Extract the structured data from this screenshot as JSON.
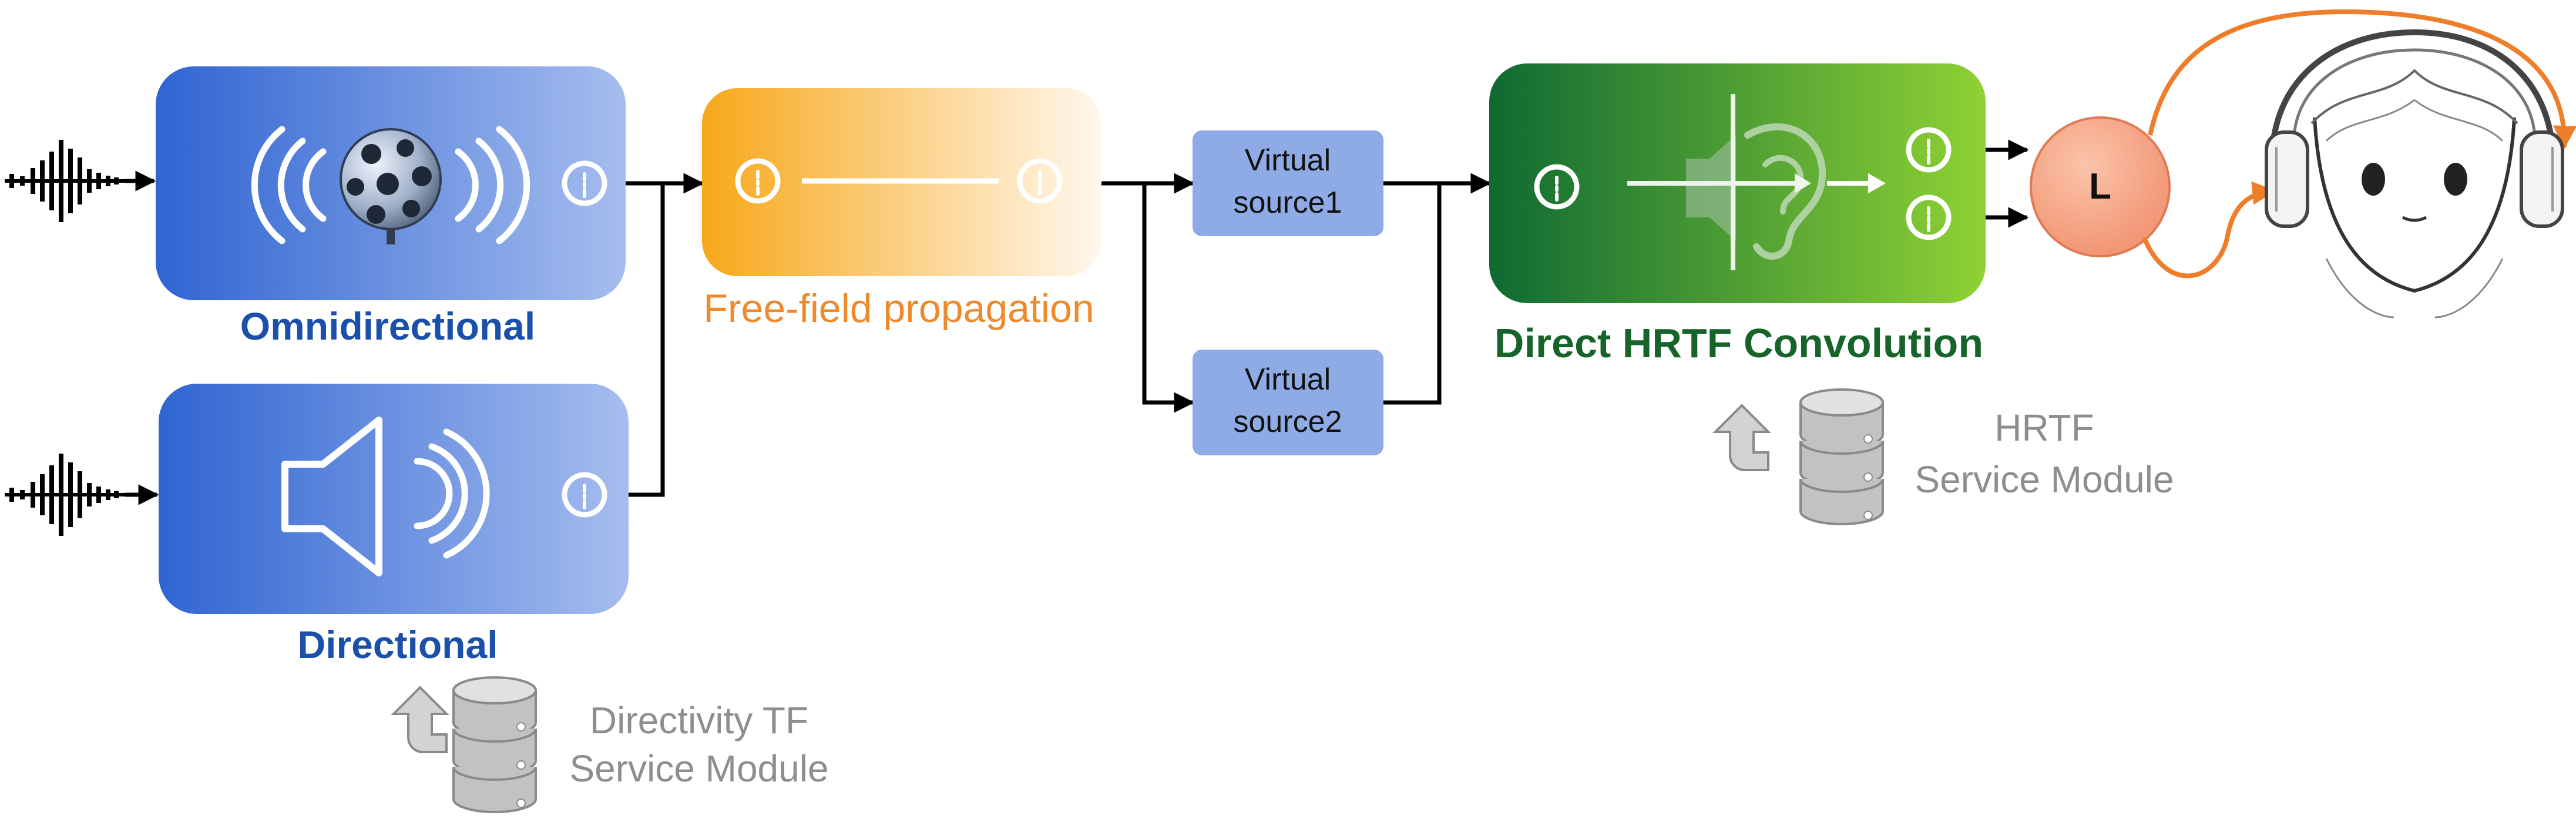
{
  "colors": {
    "blue_dark": "#2f64d2",
    "blue_light": "#a6bdee",
    "orange_dark": "#f7a81a",
    "orange_light": "#fff8ee",
    "green_dark": "#0f6a33",
    "green_light": "#8fd234",
    "virtual_source": "#8eabe6",
    "listener_L": "#f3a181",
    "headphone_arrow": "#ef7d2a",
    "service_grey": "#bdbdbd"
  },
  "sources": {
    "omnidirectional": {
      "title": "Omnidirectional",
      "icon": "spherical-microphone-array-icon"
    },
    "directional": {
      "title": "Directional",
      "icon": "loudspeaker-icon"
    }
  },
  "propagation": {
    "title": "Free-field propagation"
  },
  "virtual_sources": {
    "vs1": {
      "line1": "Virtual",
      "line2": "source1"
    },
    "vs2": {
      "line1": "Virtual",
      "line2": "source2"
    }
  },
  "hrtf": {
    "title": "Direct HRTF Convolution"
  },
  "listener": {
    "channel_label": "L"
  },
  "services": {
    "directivity": {
      "line1": "Directivity TF",
      "line2": "Service Module"
    },
    "hrtf": {
      "line1": "HRTF",
      "line2": "Service Module"
    }
  }
}
